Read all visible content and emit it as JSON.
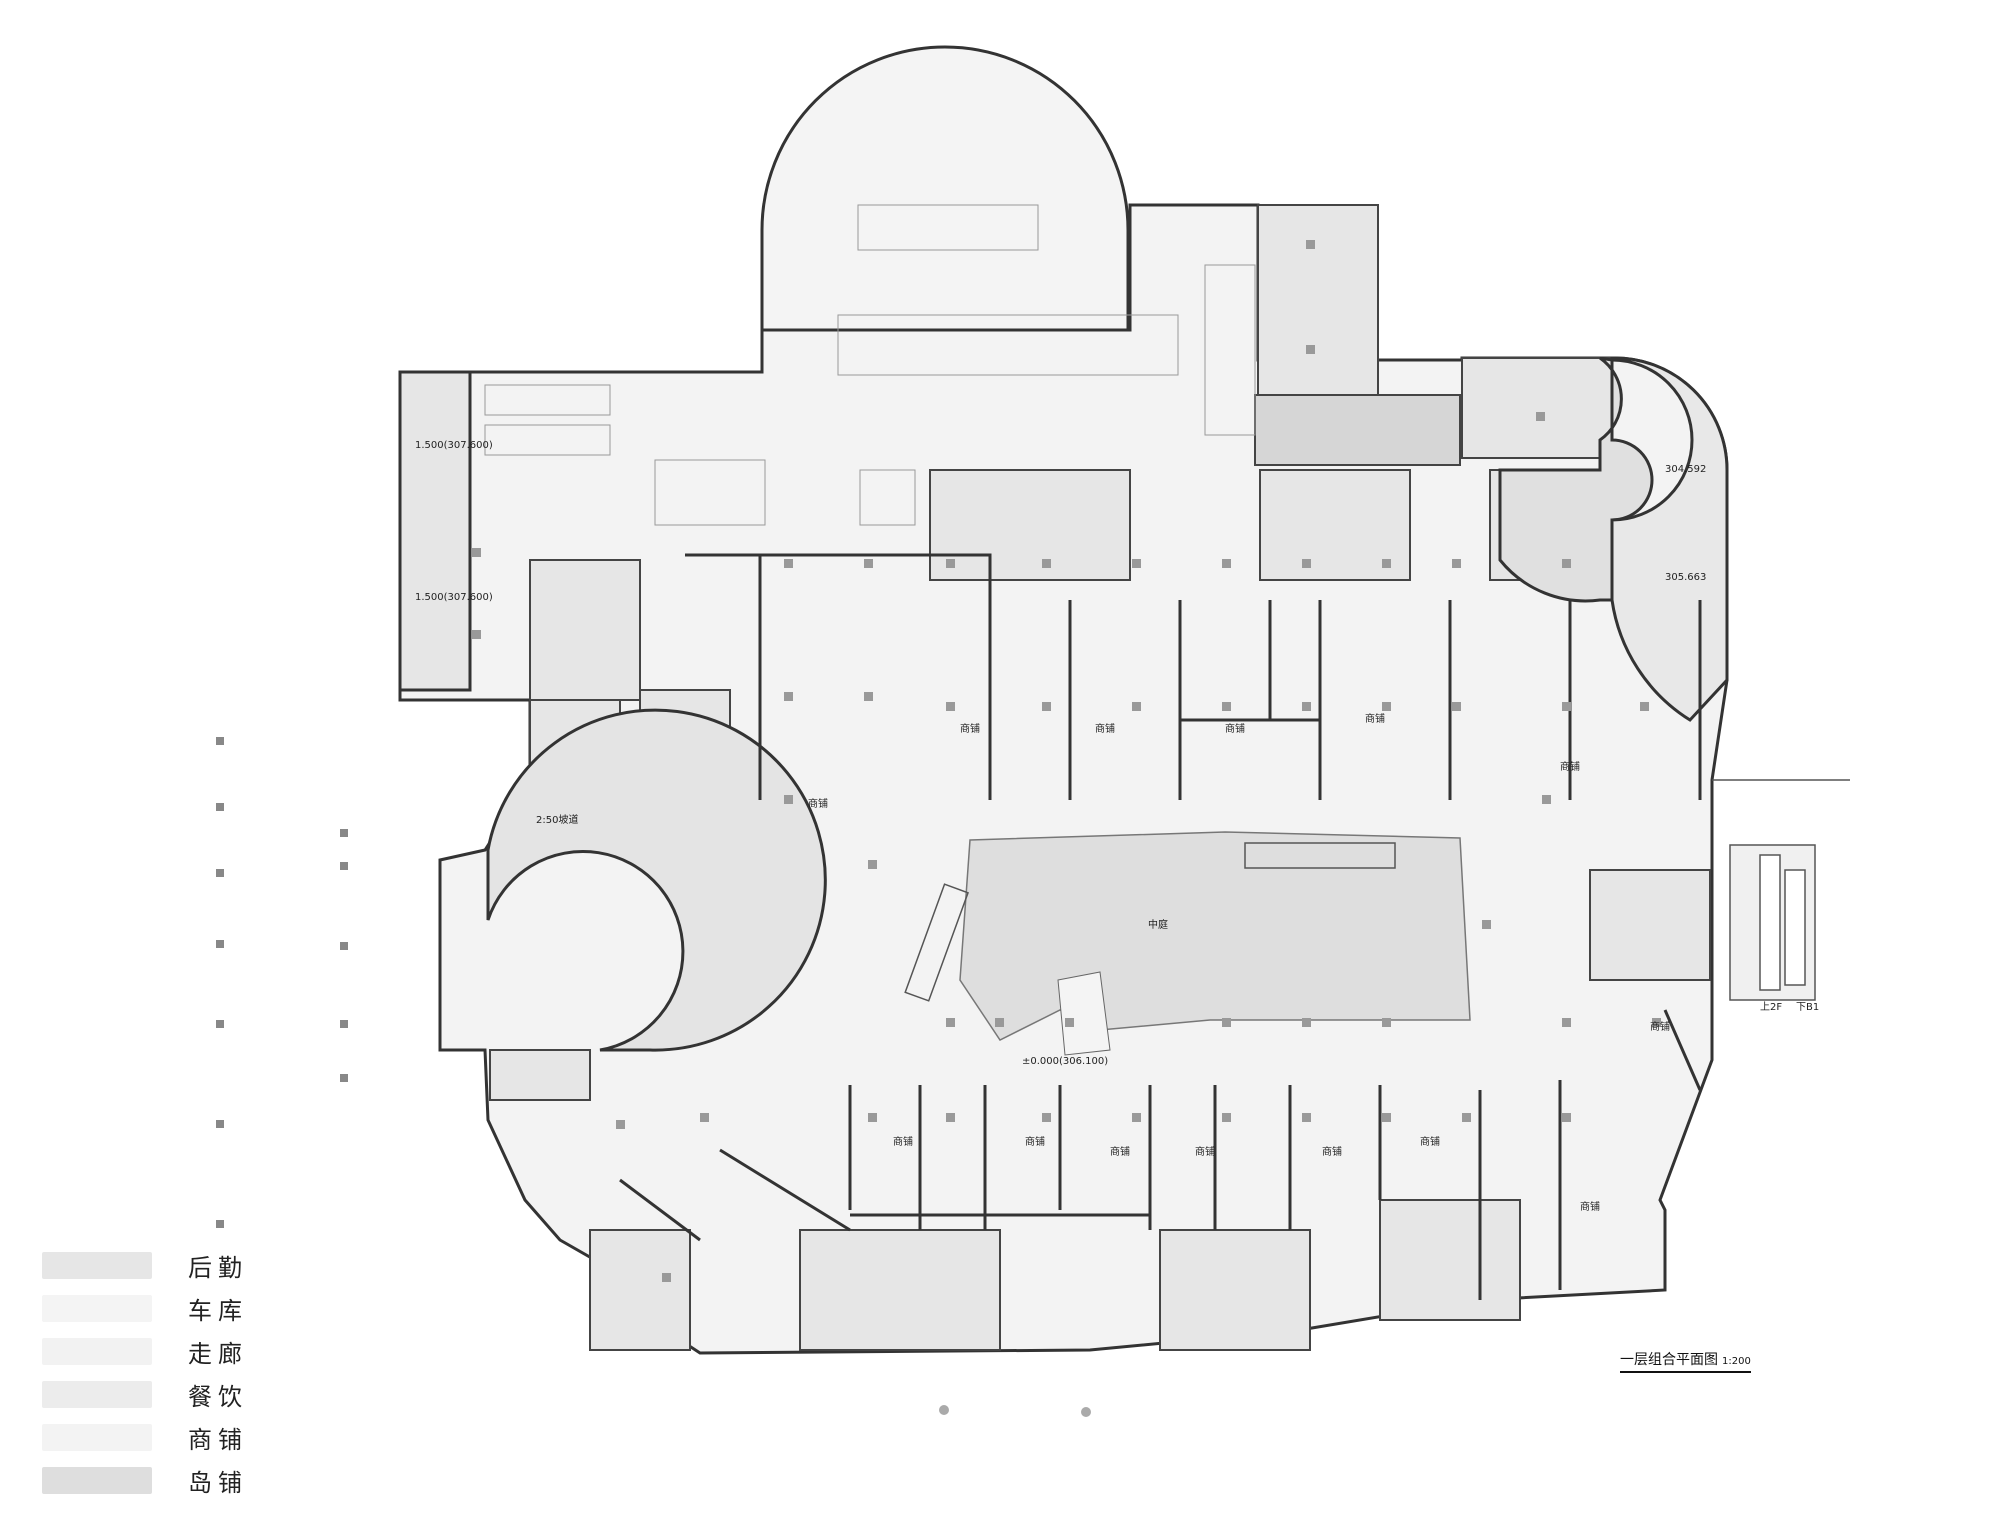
{
  "legend": [
    {
      "label": "后勤",
      "color": "#e6e6e6"
    },
    {
      "label": "车库",
      "color": "#f4f4f4"
    },
    {
      "label": "走廊",
      "color": "#f2f2f2"
    },
    {
      "label": "餐饮",
      "color": "#ececec"
    },
    {
      "label": "商铺",
      "color": "#f3f3f3"
    },
    {
      "label": "岛铺",
      "color": "#dedede"
    }
  ],
  "title": {
    "text": "一层组合平面图",
    "scale": "1:200"
  },
  "labels": {
    "elev_1500_a": "1.500(307.600)",
    "elev_1500_b": "1.500(307.600)",
    "elev_304": "304.592",
    "elev_305": "305.663",
    "atrium": "中庭",
    "main_level": "±0.000(306.100)",
    "shop_a": "商铺",
    "shop_b": "商铺",
    "shop_c": "商铺",
    "shop_d": "商铺",
    "shop_e": "商铺",
    "shop_f": "商铺",
    "shop_g": "商铺",
    "shop_h": "商铺",
    "shop_i": "商铺",
    "shop_j": "商铺",
    "shop_k": "商铺",
    "shop_l": "商铺",
    "shop_m": "商铺",
    "shop_n": "商铺",
    "ramp_level": "2:50坡道",
    "stair_up": "上2F",
    "stair_down": "下B1"
  }
}
